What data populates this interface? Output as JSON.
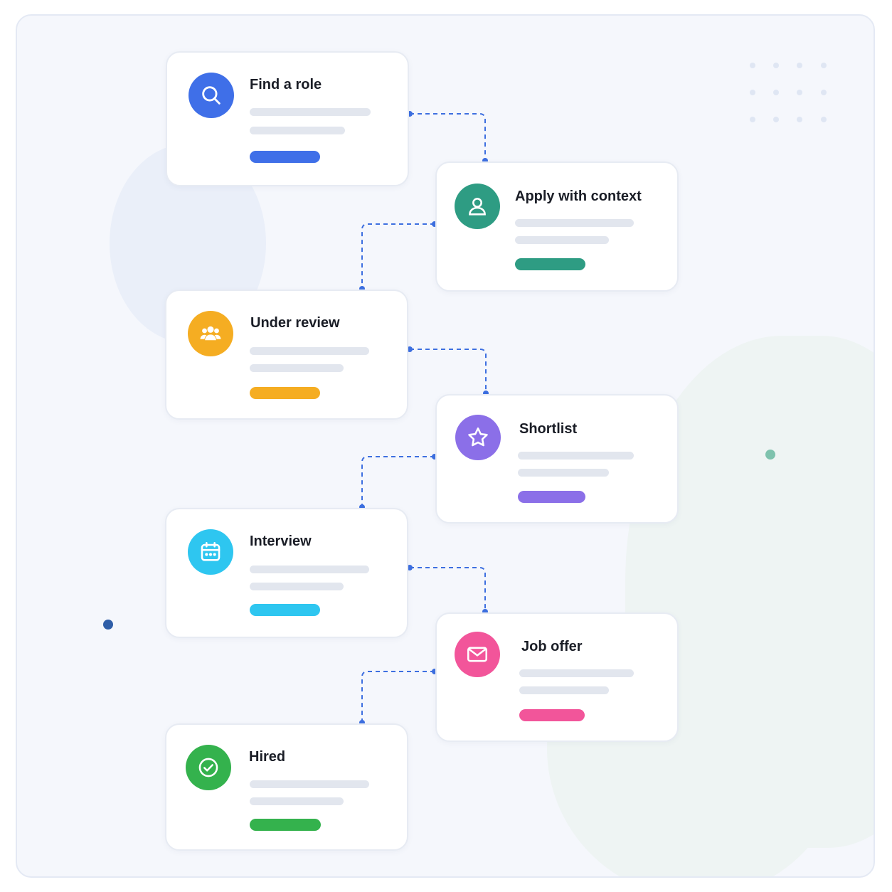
{
  "steps": [
    {
      "title": "Find a role",
      "icon": "search-icon",
      "color": "#3f6fe8"
    },
    {
      "title": "Apply with context",
      "icon": "user-icon",
      "color": "#2e9c83"
    },
    {
      "title": "Under review",
      "icon": "team-icon",
      "color": "#f5ad22"
    },
    {
      "title": "Shortlist",
      "icon": "star-icon",
      "color": "#8b6fe8"
    },
    {
      "title": "Interview",
      "icon": "calendar-icon",
      "color": "#2ec6f0"
    },
    {
      "title": "Job offer",
      "icon": "envelope-icon",
      "color": "#f2559a"
    },
    {
      "title": "Hired",
      "icon": "check-circle-icon",
      "color": "#34b24d"
    }
  ],
  "connector_color": "#3d6fe0"
}
